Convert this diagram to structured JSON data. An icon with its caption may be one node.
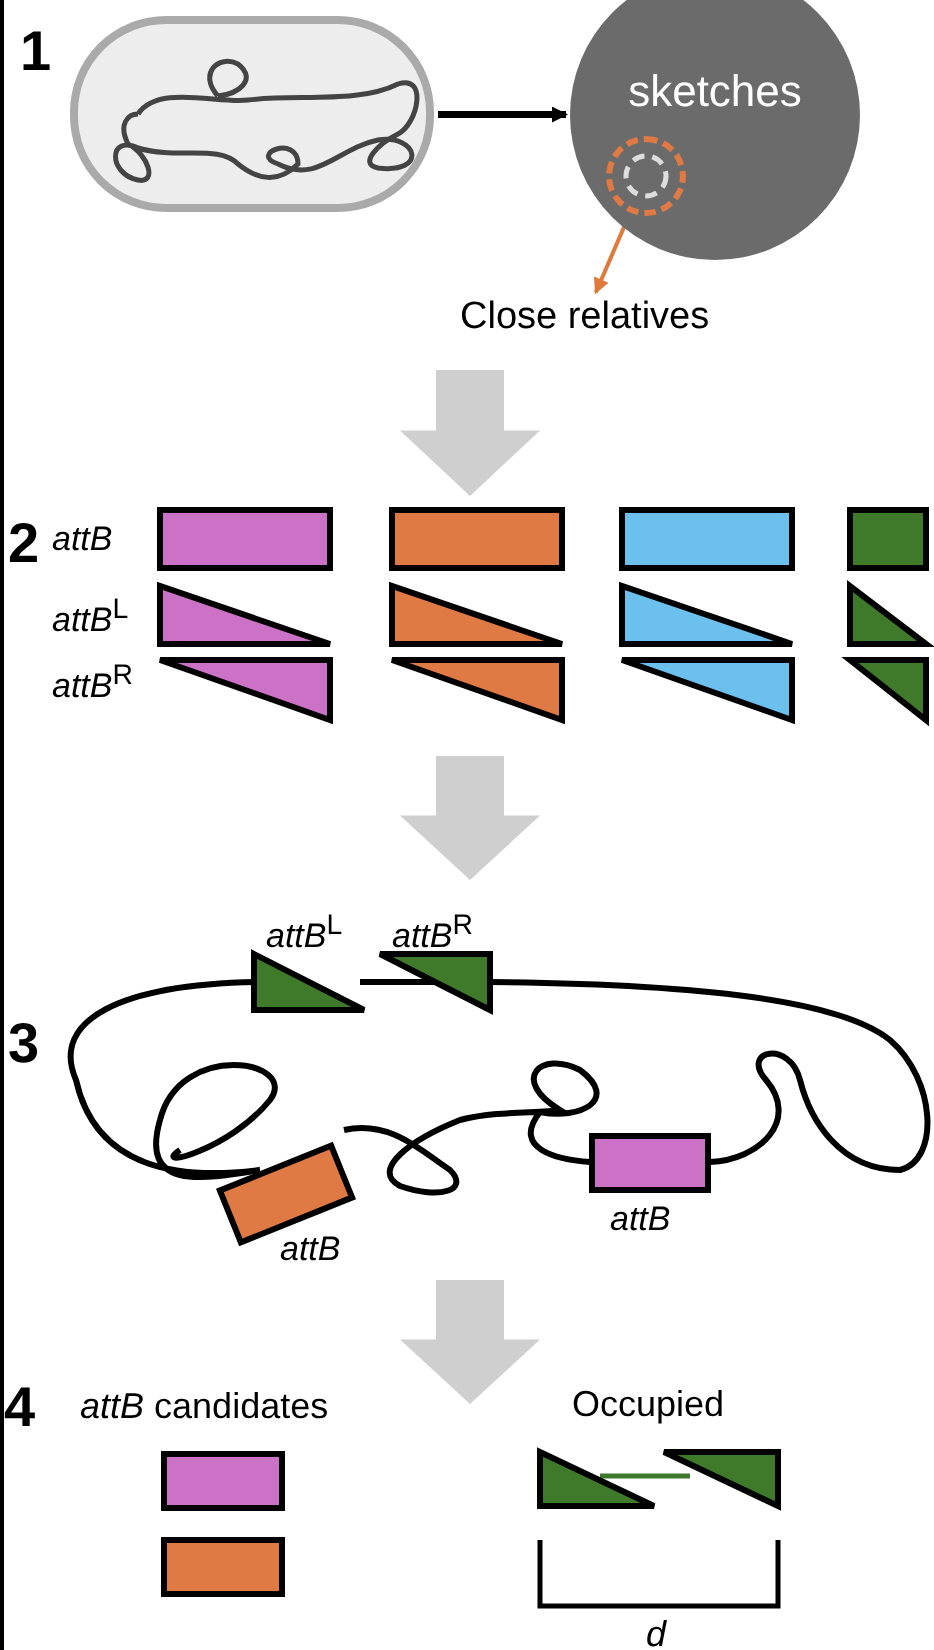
{
  "diagram": {
    "nodes": [
      {
        "text": [],
        "shape": "cell"
      },
      {
        "text": [
          "sketches"
        ]
      },
      {
        "text": [],
        "shape": "circle",
        "in": 1
      },
      {
        "text": [
          "Close relatives"
        ]
      }
    ],
    "edges": [
      {
        "from": 0,
        "to": 1,
        "arrow": "to"
      },
      {
        "from": 2,
        "to": 3,
        "arrow": "to",
        "color": "#e07a3c"
      }
    ],
    "labels": [
      "1",
      "2",
      "attB",
      "*attB*$^{L}$",
      "*attB*$^{R}$",
      "3",
      "*attB*$^{L}$",
      "*attB*$^{R}$",
      "attB",
      "attB",
      "4",
      "*attB* candidates",
      "Occupied",
      "d"
    ]
  }
}
